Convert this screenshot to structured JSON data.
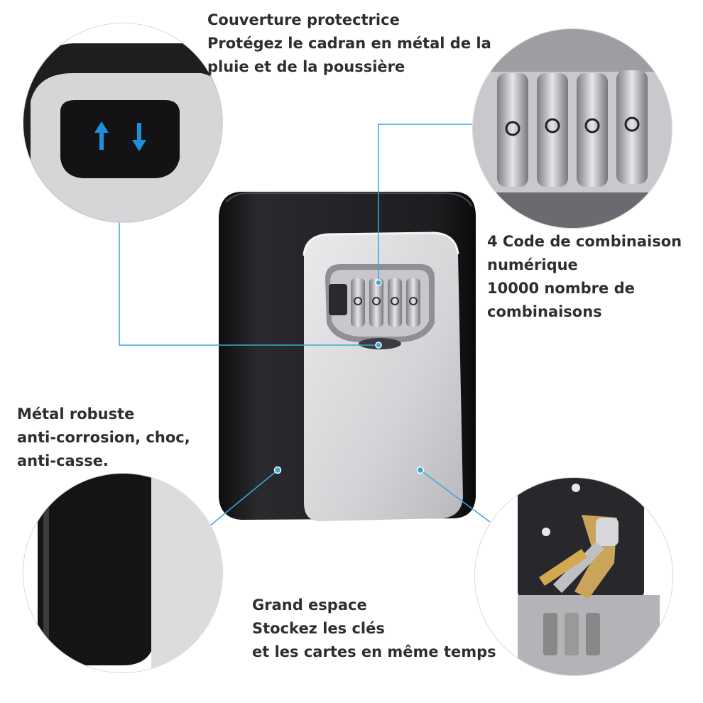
{
  "captions": {
    "cover": {
      "line1": "Couverture protectrice",
      "line2": "Protégez le cadran en métal de la",
      "line3": "pluie et de la poussière"
    },
    "code": {
      "line1": "4 Code de combinaison",
      "line2": "numérique",
      "line3": "10000 nombre de",
      "line4": "combinaisons"
    },
    "metal": {
      "line1": "Métal robuste",
      "line2": "anti-corrosion, choc,",
      "line3": "anti-casse."
    },
    "space": {
      "line1": "Grand espace",
      "line2": "Stockez les clés",
      "line3": "et les cartes en même temps"
    }
  },
  "colors": {
    "leader": "#3aa7d8",
    "body_black": "#1b1b1d",
    "face_silver": "#d9d9dc",
    "arrow_blue": "#1e8fd8",
    "text": "#2e2e2e"
  },
  "icons": [
    "arrow-up-icon",
    "arrow-down-icon",
    "key-icon",
    "dial-icon"
  ],
  "dials": {
    "count": 4
  }
}
